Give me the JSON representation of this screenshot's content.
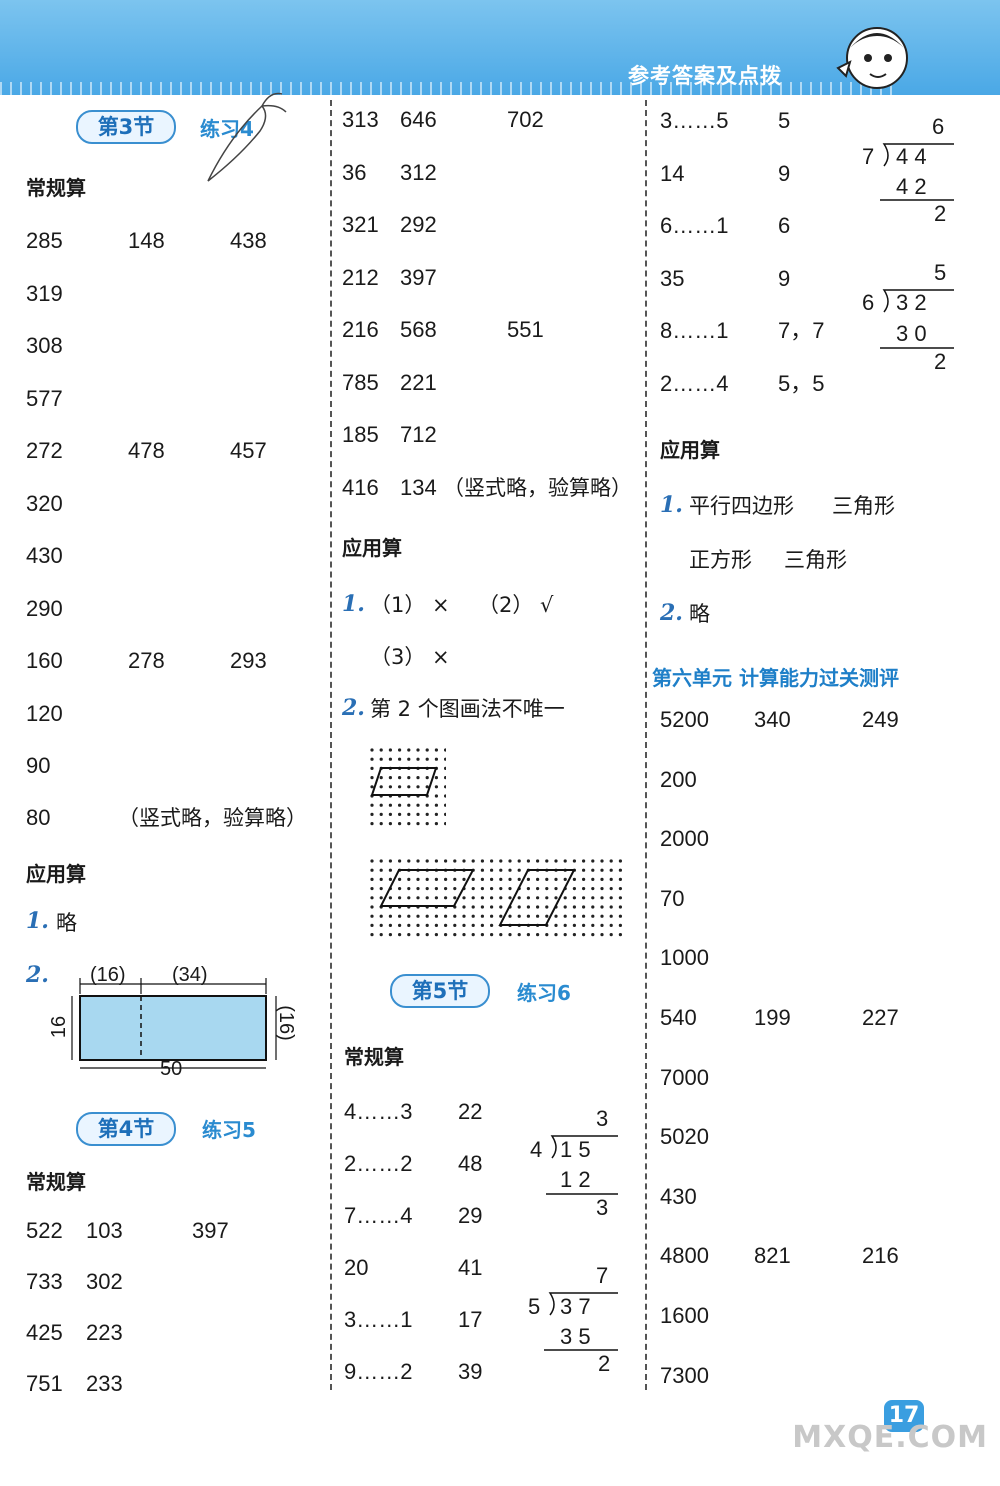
{
  "header": {
    "title": "参考答案及点拨"
  },
  "page_number": "17",
  "watermark": "MXQE.COM",
  "col1": {
    "section3_badge": "第3节",
    "section3_practice": "练习4",
    "routine_label": "常规算",
    "rows1": [
      [
        "285",
        "148",
        "438"
      ],
      [
        "319"
      ],
      [
        "308"
      ],
      [
        "577"
      ],
      [
        "272",
        "478",
        "457"
      ],
      [
        "320"
      ],
      [
        "430"
      ],
      [
        "290"
      ],
      [
        "160",
        "278",
        "293"
      ],
      [
        "120"
      ],
      [
        "90"
      ]
    ],
    "row_80": "80",
    "row_80_note": "（竖式略，验算略）",
    "apply_label": "应用算",
    "q1_num": "1.",
    "q1_text": "略",
    "q2_num": "2.",
    "diagram": {
      "top_left": "(16)",
      "top_right": "(34)",
      "left": "16",
      "right": "(16)",
      "bottom": "50"
    },
    "section4_badge": "第4节",
    "section4_practice": "练习5",
    "routine_label2": "常规算",
    "rows2": [
      [
        "522",
        "103",
        "397"
      ],
      [
        "733",
        "302"
      ],
      [
        "425",
        "223"
      ],
      [
        "751",
        "233"
      ]
    ]
  },
  "col2": {
    "rows": [
      [
        "313",
        "646",
        "702"
      ],
      [
        "36",
        "312"
      ],
      [
        "321",
        "292"
      ],
      [
        "212",
        "397"
      ],
      [
        "216",
        "568",
        "551"
      ],
      [
        "785",
        "221"
      ],
      [
        "185",
        "712"
      ],
      [
        "416",
        "134"
      ]
    ],
    "note": "（竖式略，验算略）",
    "apply_label": "应用算",
    "q1_num": "1.",
    "q1_a": "（1）  ×",
    "q1_b": "（2）  √",
    "q1_c": "（3）  ×",
    "q2_num": "2.",
    "q2_text": "第 2 个图画法不唯一",
    "section5_badge": "第5节",
    "section5_practice": "练习6",
    "routine_label": "常规算",
    "rows2": [
      [
        "4……3",
        "22"
      ],
      [
        "2……2",
        "48"
      ],
      [
        "7……4",
        "29"
      ],
      [
        "20",
        "41"
      ],
      [
        "3……1",
        "17"
      ],
      [
        "9……2",
        "39"
      ]
    ],
    "div1": {
      "divisor": "4",
      "dividend": "1  5",
      "quotient": "3",
      "product": "1  2",
      "remainder": "3"
    },
    "div2": {
      "divisor": "5",
      "dividend": "3  7",
      "quotient": "7",
      "product": "3  5",
      "remainder": "2"
    }
  },
  "col3": {
    "rows": [
      [
        "3……5",
        "5"
      ],
      [
        "14",
        "9"
      ],
      [
        "6……1",
        "6"
      ],
      [
        "35",
        "9"
      ],
      [
        "8……1",
        "7，7"
      ],
      [
        "2……4",
        "5，5"
      ]
    ],
    "div1": {
      "divisor": "7",
      "dividend": "4  4",
      "quotient": "6",
      "product": "4  2",
      "remainder": "2"
    },
    "div2": {
      "divisor": "6",
      "dividend": "3  2",
      "quotient": "5",
      "product": "3  0",
      "remainder": "2"
    },
    "apply_label": "应用算",
    "q1_num": "1.",
    "q1_a": "平行四边形",
    "q1_b": "三角形",
    "q1_c": "正方形",
    "q1_d": "三角形",
    "q2_num": "2.",
    "q2_text": "略",
    "unit_title": "第六单元  计算能力过关测评",
    "rows2": [
      [
        "5200",
        "340",
        "249"
      ],
      [
        "200"
      ],
      [
        "2000"
      ],
      [
        "70"
      ],
      [
        "1000"
      ],
      [
        "540",
        "199",
        "227"
      ],
      [
        "7000"
      ],
      [
        "5020"
      ],
      [
        "430"
      ],
      [
        "4800",
        "821",
        "216"
      ],
      [
        "1600"
      ],
      [
        "7300"
      ]
    ]
  }
}
